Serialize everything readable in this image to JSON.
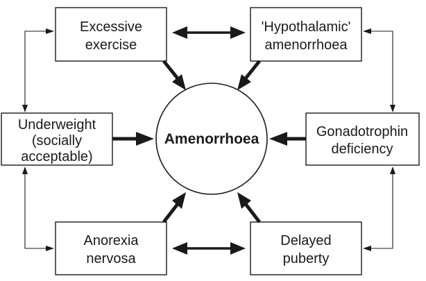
{
  "center": {
    "label": "Amenorrhoea"
  },
  "nodes": {
    "excessive_exercise": {
      "lines": [
        "Excessive",
        "exercise"
      ]
    },
    "hypothalamic_amenorrhoea": {
      "lines": [
        "'Hypothalamic'",
        "amenorrhoea"
      ]
    },
    "underweight": {
      "lines": [
        "Underweight",
        "(socially",
        "acceptable)"
      ]
    },
    "gonadotrophin_deficiency": {
      "lines": [
        "Gonadotrophin",
        "deficiency"
      ]
    },
    "anorexia_nervosa": {
      "lines": [
        "Anorexia",
        "nervosa"
      ]
    },
    "delayed_puberty": {
      "lines": [
        "Delayed",
        "puberty"
      ]
    }
  },
  "connections": {
    "causes_amenorrhoea": [
      "excessive_exercise",
      "hypothalamic_amenorrhoea",
      "underweight",
      "gonadotrophin_deficiency",
      "anorexia_nervosa",
      "delayed_puberty"
    ],
    "bidirectional": [
      [
        "excessive_exercise",
        "hypothalamic_amenorrhoea"
      ],
      [
        "anorexia_nervosa",
        "delayed_puberty"
      ],
      [
        "underweight",
        "excessive_exercise"
      ],
      [
        "underweight",
        "anorexia_nervosa"
      ],
      [
        "hypothalamic_amenorrhoea",
        "gonadotrophin_deficiency"
      ],
      [
        "gonadotrophin_deficiency",
        "delayed_puberty"
      ]
    ]
  }
}
